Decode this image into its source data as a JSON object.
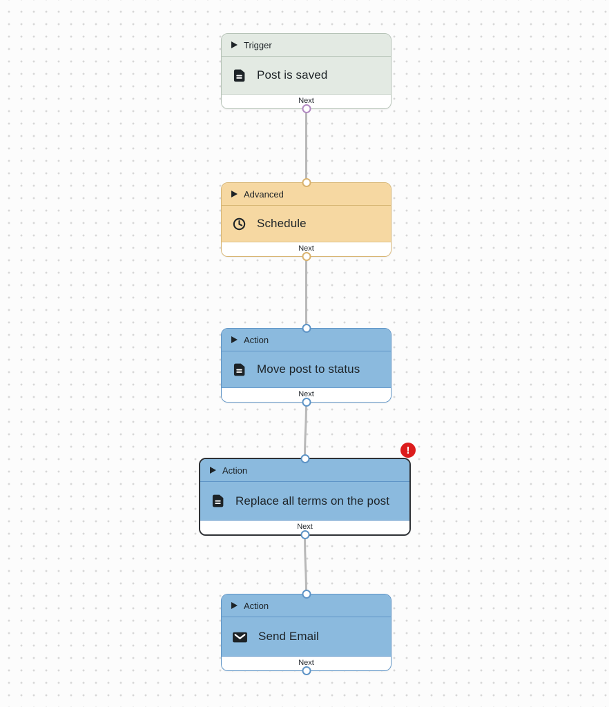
{
  "flow": {
    "edge_color": "#b8b8b8",
    "canvas": {
      "background_color": "#fcfcfc",
      "dot_color": "#d7d7d7"
    },
    "error_badge": {
      "symbol": "!",
      "color": "#dc1c1c"
    },
    "nodes": [
      {
        "category": "Trigger",
        "title": "Post is saved",
        "icon": "document-icon",
        "footer_label": "Next",
        "fill": "#e3eae3",
        "border": "#b6c3b7",
        "handle_color": "#b28ac2",
        "has_error": false,
        "selected": false
      },
      {
        "category": "Advanced",
        "title": "Schedule",
        "icon": "clock-icon",
        "footer_label": "Next",
        "fill": "#f6d8a2",
        "border": "#d8b675",
        "handle_color": "#d9b26d",
        "has_error": false,
        "selected": false
      },
      {
        "category": "Action",
        "title": "Move post to status",
        "icon": "document-icon",
        "footer_label": "Next",
        "fill": "#8bbade",
        "border": "#5e94c6",
        "handle_color": "#5e94c6",
        "has_error": false,
        "selected": false
      },
      {
        "category": "Action",
        "title": "Replace all terms on the post",
        "icon": "document-icon",
        "footer_label": "Next",
        "fill": "#8bbade",
        "border": "#2e3135",
        "handle_color": "#5e94c6",
        "has_error": true,
        "selected": true
      },
      {
        "category": "Action",
        "title": "Send Email",
        "icon": "envelope-icon",
        "footer_label": "Next",
        "fill": "#8bbade",
        "border": "#5e94c6",
        "handle_color": "#5e94c6",
        "has_error": false,
        "selected": false
      }
    ]
  }
}
